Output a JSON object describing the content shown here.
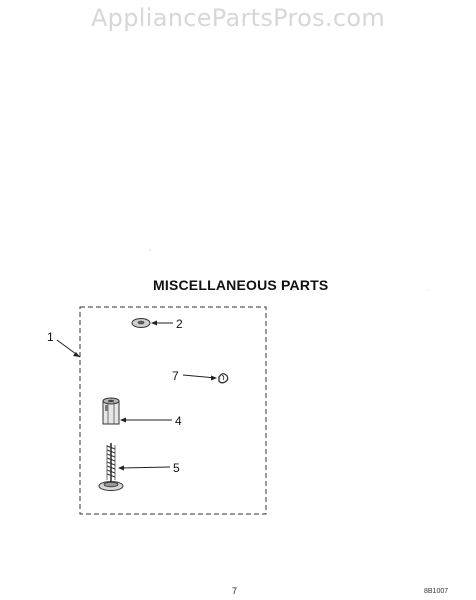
{
  "watermark": "AppliancePartsPros.com",
  "title": "MISCELLANEOUS PARTS",
  "callouts": {
    "kit": "1",
    "washer": "2",
    "clip": "7",
    "spacer": "4",
    "screw": "5"
  },
  "footer": {
    "page_number": "7",
    "diagram_code": "8B1007"
  }
}
